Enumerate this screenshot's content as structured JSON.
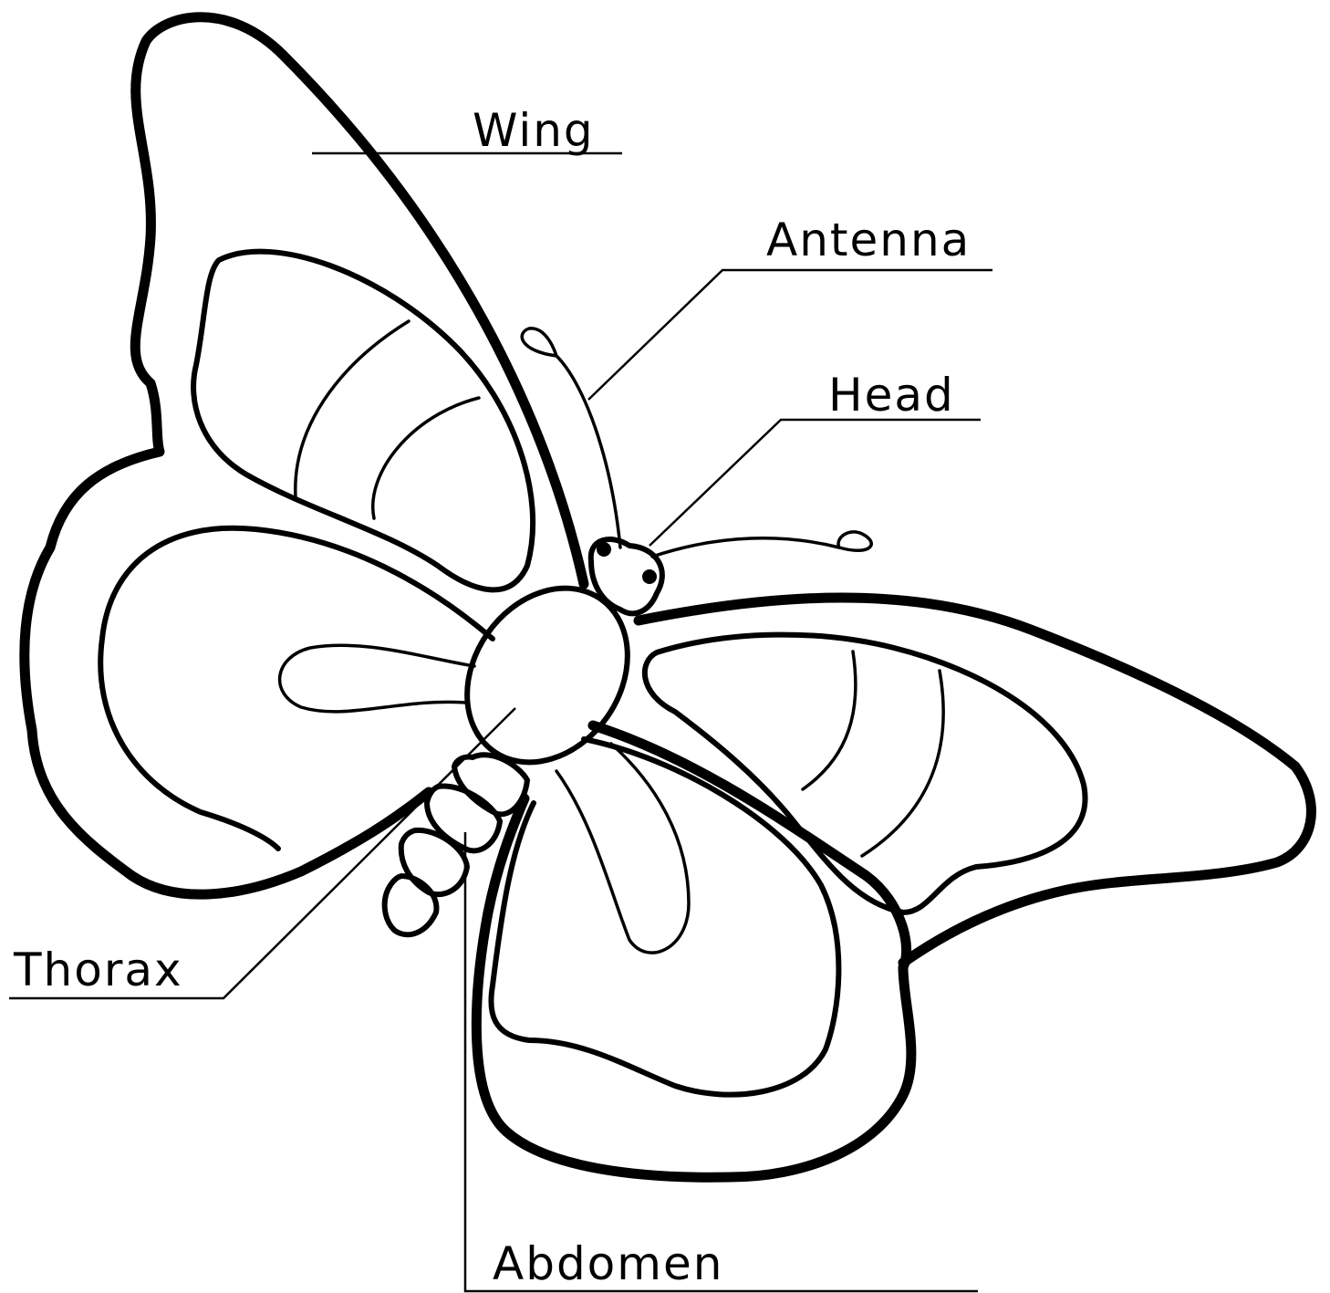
{
  "diagram": {
    "colors": {
      "ink": "#000000",
      "paper": "#ffffff"
    },
    "labels": {
      "wing": "Wing",
      "antenna": "Antenna",
      "head": "Head",
      "thorax": "Thorax",
      "abdomen": "Abdomen"
    }
  }
}
